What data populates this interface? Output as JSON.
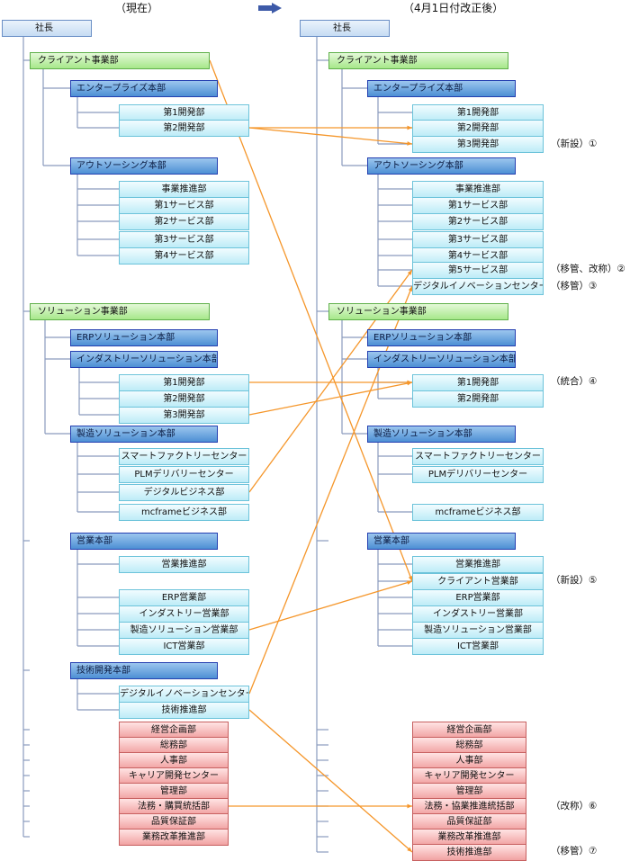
{
  "headers": {
    "current": "（現在）",
    "revised": "（4月1日付改正後）"
  },
  "colors": {
    "connector": "#8a9bbd",
    "change_arrow": "#f5962a",
    "header_arrow": "#3d5aa8"
  },
  "left": {
    "president": "社長",
    "client_division": "クライアント事業部",
    "enterprise_hq": "エンタープライズ本部",
    "enterprise_depts": [
      "第1開発部",
      "第2開発部"
    ],
    "outsourcing_hq": "アウトソーシング本部",
    "outsourcing_depts": [
      "事業推進部",
      "第1サービス部",
      "第2サービス部",
      "第3サービス部",
      "第4サービス部"
    ],
    "solution_division": "ソリューション事業部",
    "erp_hq": "ERPソリューション本部",
    "industry_hq": "インダストリーソリューション本部",
    "industry_depts": [
      "第1開発部",
      "第2開発部",
      "第3開発部"
    ],
    "manufacturing_hq": "製造ソリューション本部",
    "manufacturing_depts": [
      "スマートファクトリーセンター",
      "PLMデリバリーセンター",
      "デジタルビジネス部",
      "mcframeビジネス部"
    ],
    "sales_hq": "営業本部",
    "sales_depts": [
      "営業推進部",
      "ERP営業部",
      "インダストリー営業部",
      "製造ソリューション営業部",
      "ICT営業部"
    ],
    "tech_hq": "技術開発本部",
    "tech_depts": [
      "デジタルイノベーションセンター",
      "技術推進部"
    ],
    "staff_depts": [
      "経営企画部",
      "総務部",
      "人事部",
      "キャリア開発センター",
      "管理部",
      "法務・購買統括部",
      "品質保証部",
      "業務改革推進部"
    ]
  },
  "right": {
    "president": "社長",
    "client_division": "クライアント事業部",
    "enterprise_hq": "エンタープライズ本部",
    "enterprise_depts": [
      "第1開発部",
      "第2開発部",
      "第3開発部"
    ],
    "outsourcing_hq": "アウトソーシング本部",
    "outsourcing_depts": [
      "事業推進部",
      "第1サービス部",
      "第2サービス部",
      "第3サービス部",
      "第4サービス部",
      "第5サービス部",
      "デジタルイノベーションセンター"
    ],
    "solution_division": "ソリューション事業部",
    "erp_hq": "ERPソリューション本部",
    "industry_hq": "インダストリーソリューション本部",
    "industry_depts": [
      "第1開発部",
      "第2開発部"
    ],
    "manufacturing_hq": "製造ソリューション本部",
    "manufacturing_depts": [
      "スマートファクトリーセンター",
      "PLMデリバリーセンター",
      "mcframeビジネス部"
    ],
    "sales_hq": "営業本部",
    "sales_depts": [
      "営業推進部",
      "クライアント営業部",
      "ERP営業部",
      "インダストリー営業部",
      "製造ソリューション営業部",
      "ICT営業部"
    ],
    "staff_depts": [
      "経営企画部",
      "総務部",
      "人事部",
      "キャリア開発センター",
      "管理部",
      "法務・協業推進統括部",
      "品質保証部",
      "業務改革推進部",
      "技術推進部"
    ]
  },
  "notes": {
    "n1": "（新設）①",
    "n2": "（移管、改称）②",
    "n3": "（移管）③",
    "n4": "（統合）④",
    "n5": "（新設）⑤",
    "n6": "（改称）⑥",
    "n7": "（移管）⑦"
  }
}
